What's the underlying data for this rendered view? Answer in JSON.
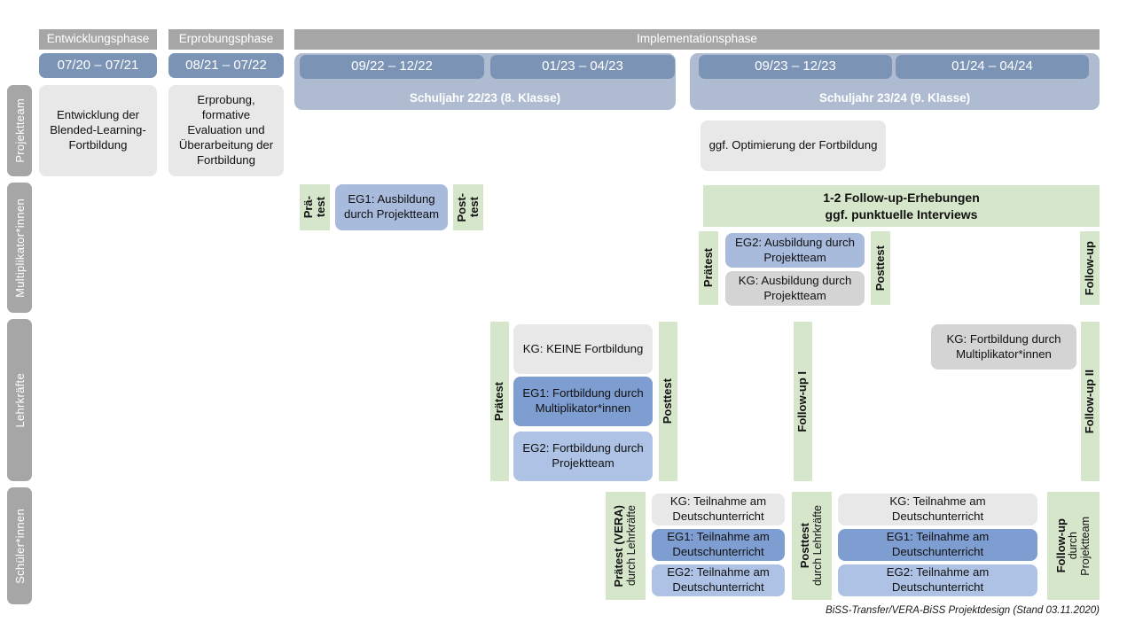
{
  "phases": [
    {
      "label": "Entwicklungsphase"
    },
    {
      "label": "Erprobungsphase"
    },
    {
      "label": "Implementationsphase"
    }
  ],
  "periods": [
    {
      "label": "07/20 – 07/21"
    },
    {
      "label": "08/21 – 07/22"
    },
    {
      "label": "09/22 – 12/22"
    },
    {
      "label": "01/23 – 04/23"
    },
    {
      "label": "09/23 – 12/23"
    },
    {
      "label": "01/24 – 04/24"
    }
  ],
  "school_years": [
    {
      "label": "Schuljahr 22/23 (8. Klasse)"
    },
    {
      "label": "Schuljahr 23/24 (9. Klasse)"
    }
  ],
  "rows": [
    {
      "label": "Projektteam"
    },
    {
      "label": "Multiplikator*innen"
    },
    {
      "label": "Lehrkräfte"
    },
    {
      "label": "Schüler*innen"
    }
  ],
  "projektteam": {
    "entwicklung": "Entwicklung der Blended-Learning-Fortbildung",
    "erprobung": "Erprobung, formative Evaluation und Überarbeitung der Fortbildung",
    "optimierung": "ggf. Optimierung der Fortbildung"
  },
  "multiplikatoren": {
    "praetest_1": "Prä-\ntest",
    "praetest_1_l1": "Prä-",
    "praetest_1_l2": "test",
    "eg1": "EG1: Ausbildung durch Projektteam",
    "posttest_1_l1": "Post-",
    "posttest_1_l2": "test",
    "followup_banner_l1": "1-2 Follow-up-Erhebungen",
    "followup_banner_l2": "ggf. punktuelle Interviews",
    "praetest_2": "Prätest",
    "eg2": "EG2: Ausbildung durch Projektteam",
    "kg": "KG: Ausbildung durch Projektteam",
    "posttest_2": "Posttest",
    "followup": "Follow-up"
  },
  "lehrkraefte": {
    "praetest": "Prätest",
    "kg_keine": "KG:  KEINE Fortbildung",
    "eg1": "EG1: Fortbildung durch Multiplikator*innen",
    "eg2": "EG2: Fortbildung durch Projektteam",
    "posttest": "Posttest",
    "followup_1": "Follow-up I",
    "kg_fortbildung": "KG: Fortbildung durch Multiplikator*innen",
    "followup_2": "Follow-up II"
  },
  "schueler": {
    "praetest_bold": "Prätest (VERA)",
    "praetest_reg": "durch Lehrkräfte",
    "posttest_bold": "Posttest",
    "posttest_reg": "durch Lehrkräfte",
    "followup_bold": "Follow-up",
    "followup_reg1": "durch",
    "followup_reg2": "Projektteam",
    "kg": "KG: Teilnahme am Deutschunterricht",
    "eg1": "EG1: Teilnahme am Deutschunterricht",
    "eg2": "EG2: Teilnahme am Deutschunterricht"
  },
  "footer": {
    "text": "BiSS-Transfer/VERA-BiSS Projektdesign (Stand 03.11.2020)"
  },
  "colors": {
    "grey_header": "#a6a6a6",
    "period_blue": "#7b93b4",
    "schoolyear_blue": "#aebbd1",
    "box_grey": "#e8e8e8",
    "box_grey_dark": "#d4d4d4",
    "blue_mid": "#a8bbdd",
    "blue_dark": "#7e9dd0",
    "blue_light": "#adc2e4",
    "green": "#d6e6cb"
  }
}
